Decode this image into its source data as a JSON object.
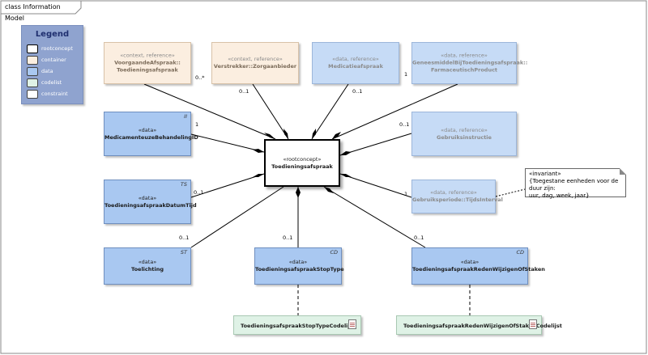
{
  "frame_tab": "class Information Model",
  "legend": {
    "title": "Legend",
    "items": [
      {
        "label": "rootconcept",
        "color": "#ffffff"
      },
      {
        "label": "container",
        "color": "#fbeee0"
      },
      {
        "label": "data",
        "color": "#a9c8f1"
      },
      {
        "label": "codelist",
        "color": "#dff2e6"
      },
      {
        "label": "constraint",
        "color": "#ffffff"
      }
    ]
  },
  "root": {
    "stereotype": "«rootconcept»",
    "name": "Toedieningsafspraak"
  },
  "boxes": {
    "voorgaande": {
      "stereotype": "«context, reference»",
      "name1": "VoorgaandeAfspraak::",
      "name2": "Toedieningsafspraak",
      "mult": "0..*"
    },
    "verstrekker": {
      "stereotype": "«context, reference»",
      "name": "Verstrekker::Zorgaanbieder",
      "mult": "0..1"
    },
    "medicatieafspraak": {
      "stereotype": "«data, reference»",
      "name": "Medicatieafspraak",
      "mult": "0..1"
    },
    "geneesmiddel": {
      "stereotype": "«data, reference»",
      "name1": "GeneesmiddelBijToedieningsafspraak::",
      "name2": "FarmaceutischProduct",
      "mult": "1"
    },
    "behandeling": {
      "stereotype": "«data»",
      "name": "MedicamenteuzeBehandelingID",
      "tag": "II",
      "mult": "1"
    },
    "gebruiksinstructie": {
      "stereotype": "«data, reference»",
      "name": "Gebruiksinstructie",
      "mult": "0..1"
    },
    "datumtijd": {
      "stereotype": "«data»",
      "name": "ToedieningsafspraakDatumTijd",
      "tag": "TS",
      "mult": "0..1"
    },
    "gebruiksperiode": {
      "stereotype": "«data, reference»",
      "name": "Gebruiksperiode::TijdsInterval",
      "mult": "1"
    },
    "toelichting": {
      "stereotype": "«data»",
      "name": "Toelichting",
      "tag": "ST",
      "mult": "0..1"
    },
    "stoptype": {
      "stereotype": "«data»",
      "name": "ToedieningsafspraakStopType",
      "tag": "CD",
      "mult": "0..1"
    },
    "redenwijzigen": {
      "stereotype": "«data»",
      "name": "ToedieningsafspraakRedenWijzigenOfStaken",
      "tag": "CD",
      "mult": "0..1"
    },
    "stoptype_codelijst": {
      "name": "ToedieningsafspraakStopTypeCodelijst"
    },
    "reden_codelijst": {
      "name": "ToedieningsafspraakRedenWijzigenOfStakenCodelijst"
    }
  },
  "note": {
    "line1": "«invariant»",
    "line2": "{Toegestane eenheden voor de duur zijn:",
    "line3": "uur, dag, week, jaar}"
  }
}
